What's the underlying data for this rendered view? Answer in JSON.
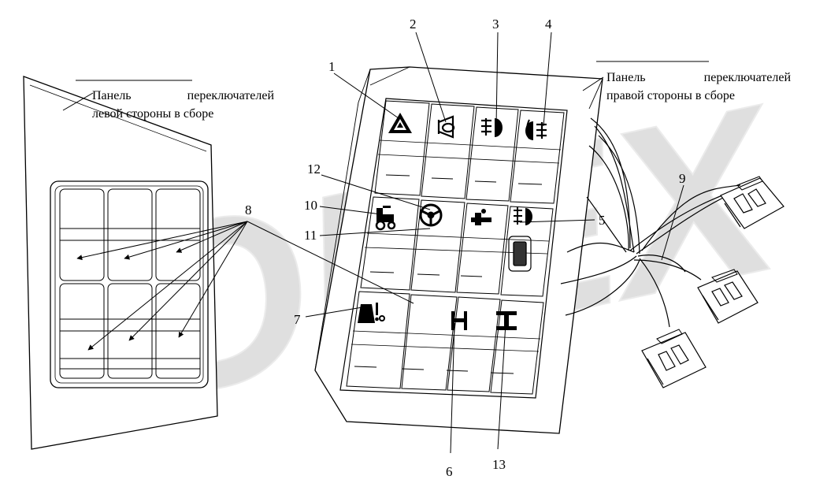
{
  "diagram": {
    "captions": {
      "left_line1": "Панель переключателей",
      "left_line1_a": "Панель",
      "left_line1_b": "переключателей",
      "left_line2": "левой стороны в сборе",
      "right_line1": "Панель переключателей",
      "right_line1_a": "Панель",
      "right_line1_b": "переключателей",
      "right_line2": "правой стороны в сборе"
    },
    "callouts": [
      "1",
      "2",
      "3",
      "4",
      "5",
      "6",
      "7",
      "8",
      "9",
      "10",
      "11",
      "12",
      "13"
    ],
    "watermark": "OPEX",
    "icons": {
      "row1": [
        "hazard-warning-icon",
        "horn-icon",
        "front-fog-light-icon",
        "rear-fog-light-icon"
      ],
      "row2": [
        "tractor-lift-icon",
        "steering-wheel-icon",
        "axle-lock-icon",
        "fog-light-icon"
      ],
      "row3": [
        "cab-warning-icon",
        "blank",
        "diff-lock-icon",
        "inter-axle-lock-icon"
      ]
    }
  }
}
